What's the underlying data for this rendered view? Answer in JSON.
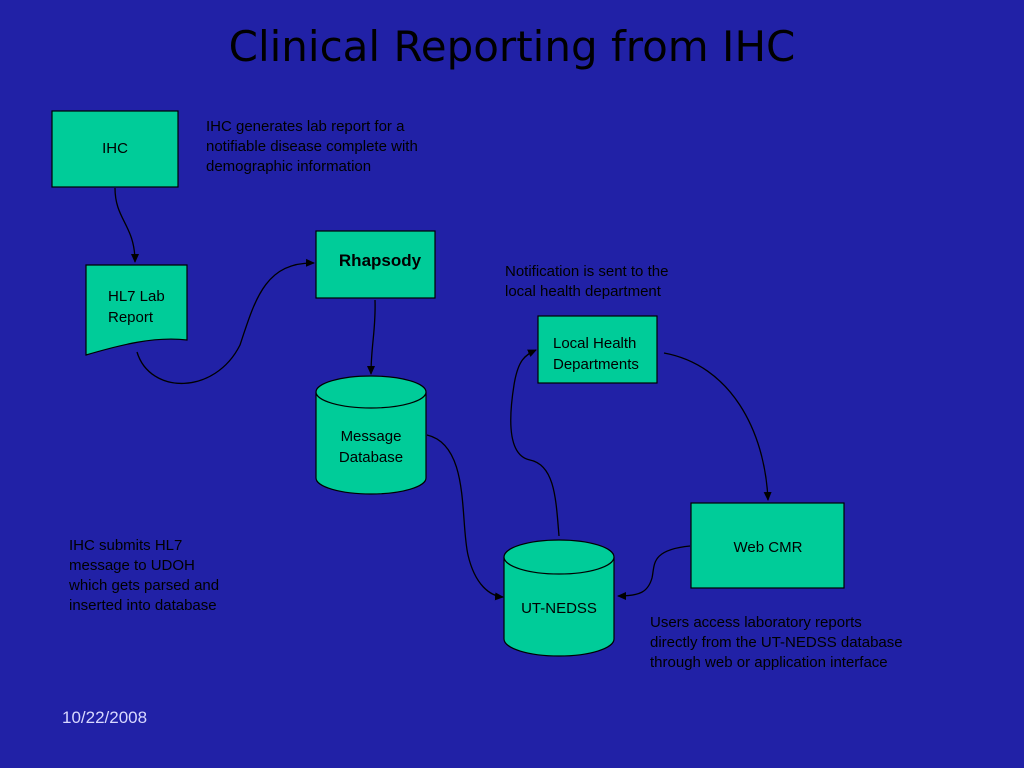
{
  "title": "Clinical Reporting from IHC",
  "colors": {
    "background": "#2121a6",
    "node_fill": "#00cc99",
    "stroke": "#000000"
  },
  "nodes": {
    "ihc": {
      "label": "IHC"
    },
    "hl7": {
      "line1": "HL7 Lab",
      "line2": "Report"
    },
    "rhapsody": {
      "label": "Rhapsody"
    },
    "message_db": {
      "line1": "Message",
      "line2": "Database"
    },
    "local_health": {
      "line1": "Local Health",
      "line2": "Departments"
    },
    "web_cmr": {
      "label": "Web CMR"
    },
    "ut_nedss": {
      "label": "UT-NEDSS"
    }
  },
  "notes": {
    "ihc_generates": "IHC generates lab report for a\nnotifiable disease complete with\ndemographic information",
    "notification": "Notification is sent to the\nlocal health department",
    "ihc_submits": "IHC submits HL7\nmessage to UDOH\nwhich gets parsed and\ninserted into database",
    "users_access": "Users access laboratory reports\ndirectly from the UT-NEDSS database\nthrough web or application interface"
  },
  "date": "10/22/2008"
}
